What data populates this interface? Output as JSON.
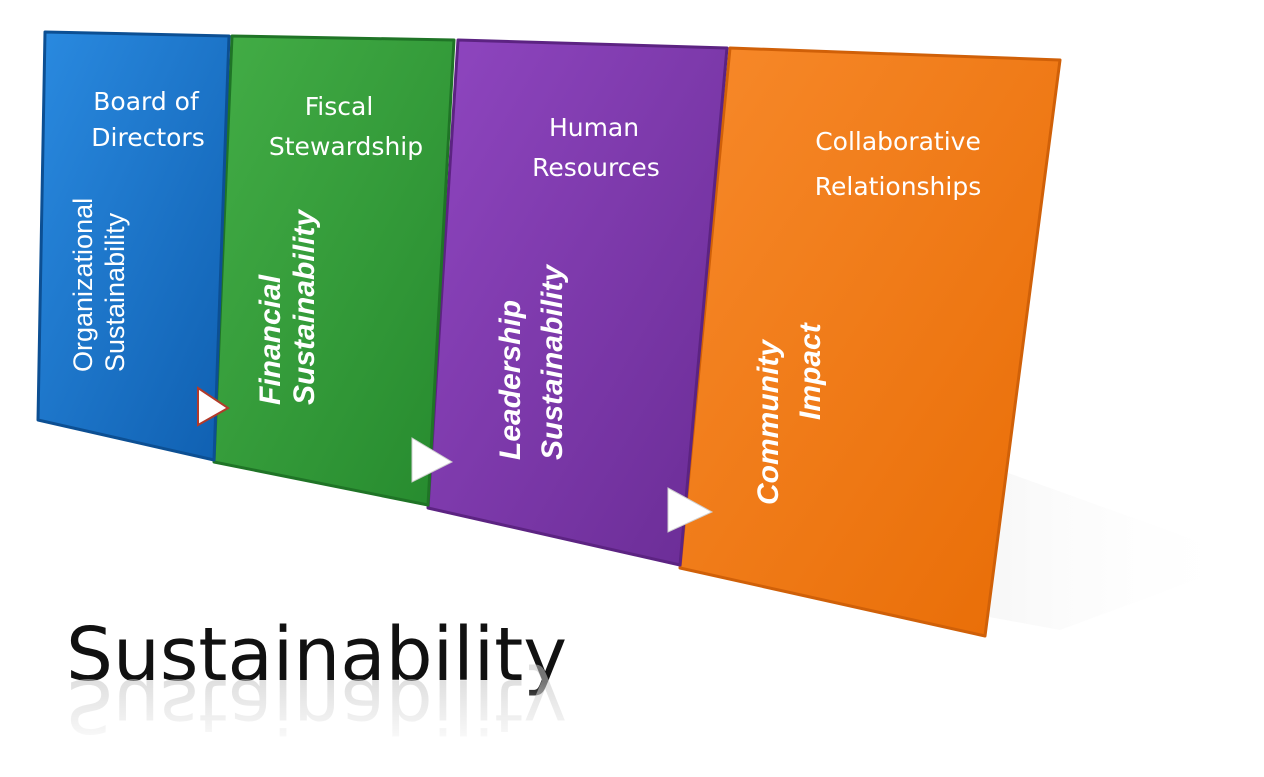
{
  "title": "Sustainability",
  "panels": [
    {
      "id": "organizational",
      "color": "#1873c9",
      "header": [
        "Board of",
        "Directors"
      ],
      "label": [
        "Organizational",
        "Sustainability"
      ]
    },
    {
      "id": "financial",
      "color": "#2e9a39",
      "header": [
        "Fiscal",
        "Stewardship"
      ],
      "label": [
        "Financial",
        "Sustainability"
      ]
    },
    {
      "id": "leadership",
      "color": "#7a35a8",
      "header": [
        "Human",
        "Resources"
      ],
      "label": [
        "Leadership",
        "Sustainability"
      ]
    },
    {
      "id": "community",
      "color": "#f07813",
      "header": [
        "Collaborative",
        "Relationships"
      ],
      "label": [
        "Community",
        "Impact"
      ]
    }
  ]
}
